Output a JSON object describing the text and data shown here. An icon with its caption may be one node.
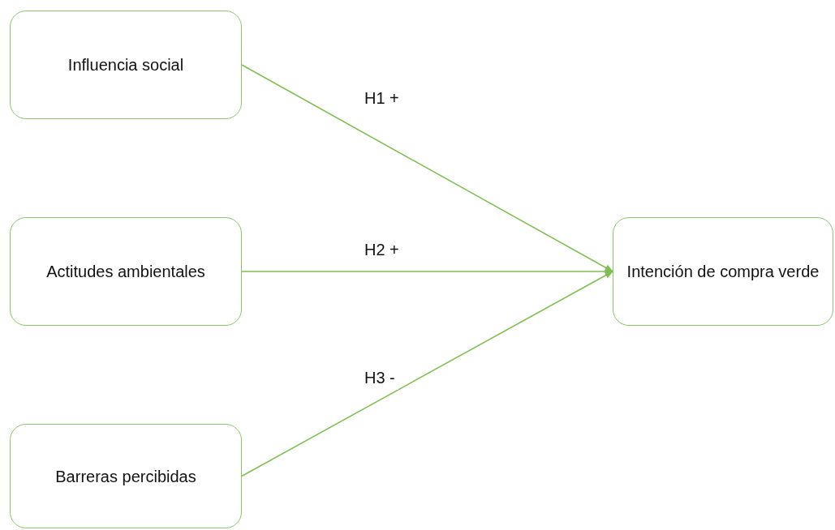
{
  "diagram": {
    "nodes": [
      {
        "text": [
          "Influencia social"
        ]
      },
      {
        "text": [
          "Actitudes ambientales"
        ]
      },
      {
        "text": [
          "Barreras percibidas"
        ]
      },
      {
        "text": [
          "Intención de compra verde"
        ]
      }
    ],
    "edges": [
      {
        "from": 0,
        "to": 3,
        "arrow": "to",
        "label": "H1 +"
      },
      {
        "from": 1,
        "to": 3,
        "arrow": "to",
        "label": "H2 +"
      },
      {
        "from": 2,
        "to": 3,
        "arrow": "to",
        "label": "H3 -"
      }
    ]
  }
}
